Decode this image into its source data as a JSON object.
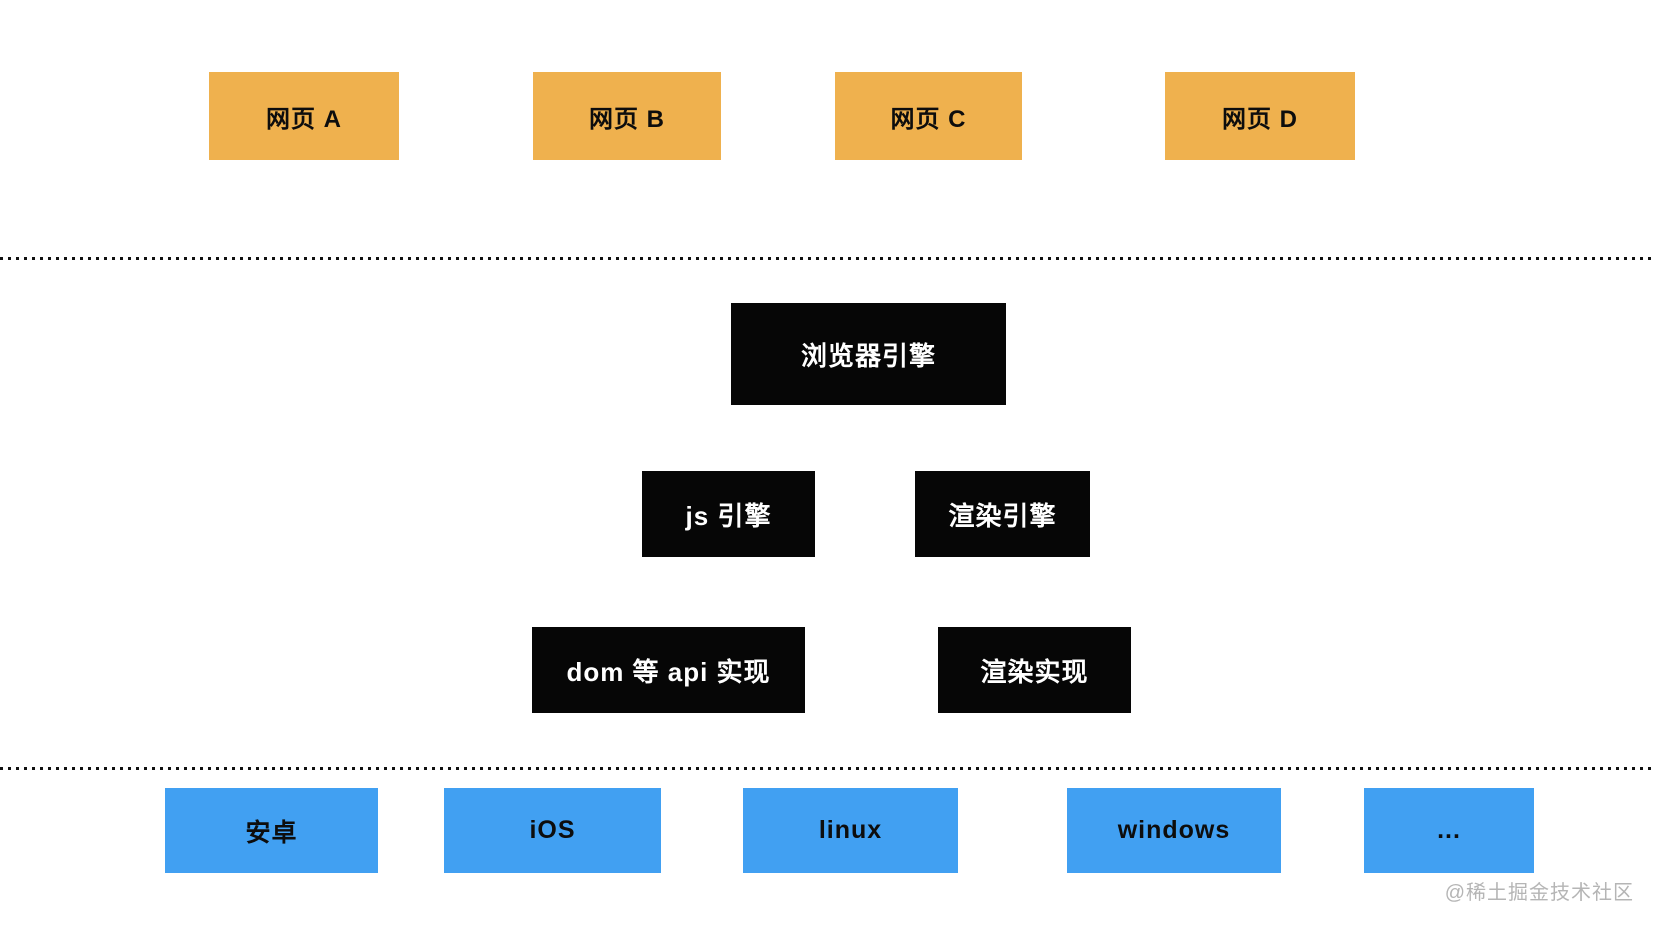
{
  "colors": {
    "web_page_box": "#efb14e",
    "engine_box": "#060606",
    "platform_box": "#41a0f2",
    "dotted_line": "#111111",
    "watermark_text": "#b5b5b5"
  },
  "web_pages": [
    {
      "label": "网页 A"
    },
    {
      "label": "网页 B"
    },
    {
      "label": "网页 C"
    },
    {
      "label": "网页 D"
    }
  ],
  "browser_engine": {
    "label": "浏览器引擎"
  },
  "sub_engines": [
    {
      "label": "js 引擎"
    },
    {
      "label": "渲染引擎"
    }
  ],
  "implementations": [
    {
      "label": "dom 等 api 实现"
    },
    {
      "label": "渲染实现"
    }
  ],
  "platforms": [
    {
      "label": "安卓"
    },
    {
      "label": "iOS"
    },
    {
      "label": "linux"
    },
    {
      "label": "windows"
    },
    {
      "label": "..."
    }
  ],
  "watermark": "@稀土掘金技术社区"
}
